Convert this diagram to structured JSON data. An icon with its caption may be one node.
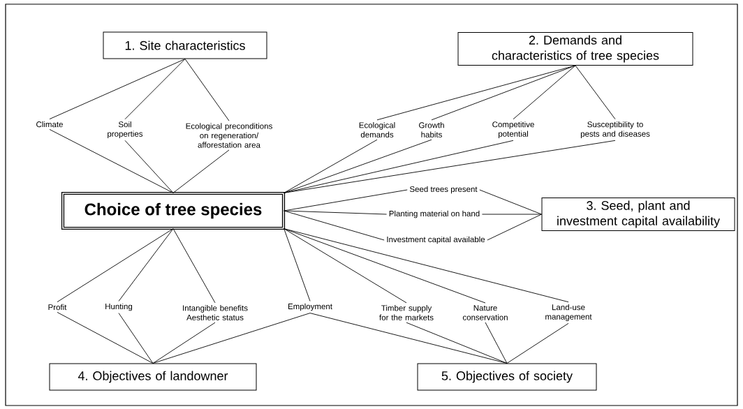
{
  "diagram": {
    "nodes": [
      {
        "text": [
          "1. Site characteristics"
        ]
      },
      {
        "text": [
          "2. Demands and characteristics of tree species"
        ]
      },
      {
        "text": [
          "Choice of tree species"
        ]
      },
      {
        "text": [
          "3. Seed, plant and investment capital availability"
        ]
      },
      {
        "text": [
          "4. Objectives of landowner"
        ]
      },
      {
        "text": [
          "5. Objectives of society"
        ]
      },
      {
        "text": [
          "Climate"
        ]
      },
      {
        "text": [
          "Soil properties"
        ]
      },
      {
        "text": [
          "Ecological preconditions on regeneration/ afforestation area"
        ]
      },
      {
        "text": [
          "Ecological demands"
        ]
      },
      {
        "text": [
          "Growth habits"
        ]
      },
      {
        "text": [
          "Competitive potential"
        ]
      },
      {
        "text": [
          "Susceptibility to pests and diseases"
        ]
      },
      {
        "text": [
          "Seed trees present"
        ]
      },
      {
        "text": [
          "Planting material on hand"
        ]
      },
      {
        "text": [
          "Investment capital available"
        ]
      },
      {
        "text": [
          "Profit"
        ]
      },
      {
        "text": [
          "Hunting"
        ]
      },
      {
        "text": [
          "Intangible benefits Aesthetic status"
        ]
      },
      {
        "text": [
          "Employment"
        ]
      },
      {
        "text": [
          "Timber supply for the markets"
        ]
      },
      {
        "text": [
          "Nature conservation"
        ]
      },
      {
        "text": [
          "Land-use management"
        ]
      }
    ],
    "edges": [
      {
        "from": 0,
        "to": 6,
        "arrow": "none"
      },
      {
        "from": 0,
        "to": 7,
        "arrow": "none"
      },
      {
        "from": 0,
        "to": 8,
        "arrow": "none"
      },
      {
        "from": 6,
        "to": 2,
        "arrow": "none"
      },
      {
        "from": 7,
        "to": 2,
        "arrow": "none"
      },
      {
        "from": 8,
        "to": 2,
        "arrow": "none"
      },
      {
        "from": 1,
        "to": 9,
        "arrow": "none"
      },
      {
        "from": 1,
        "to": 10,
        "arrow": "none"
      },
      {
        "from": 1,
        "to": 11,
        "arrow": "none"
      },
      {
        "from": 1,
        "to": 12,
        "arrow": "none"
      },
      {
        "from": 9,
        "to": 2,
        "arrow": "none"
      },
      {
        "from": 10,
        "to": 2,
        "arrow": "none"
      },
      {
        "from": 11,
        "to": 2,
        "arrow": "none"
      },
      {
        "from": 12,
        "to": 2,
        "arrow": "none"
      },
      {
        "from": 2,
        "to": 13,
        "arrow": "none"
      },
      {
        "from": 2,
        "to": 14,
        "arrow": "none"
      },
      {
        "from": 2,
        "to": 15,
        "arrow": "none"
      },
      {
        "from": 13,
        "to": 3,
        "arrow": "none"
      },
      {
        "from": 14,
        "to": 3,
        "arrow": "none"
      },
      {
        "from": 15,
        "to": 3,
        "arrow": "none"
      },
      {
        "from": 2,
        "to": 16,
        "arrow": "none"
      },
      {
        "from": 2,
        "to": 17,
        "arrow": "none"
      },
      {
        "from": 2,
        "to": 18,
        "arrow": "none"
      },
      {
        "from": 2,
        "to": 19,
        "arrow": "none"
      },
      {
        "from": 2,
        "to": 20,
        "arrow": "none"
      },
      {
        "from": 2,
        "to": 21,
        "arrow": "none"
      },
      {
        "from": 2,
        "to": 22,
        "arrow": "none"
      },
      {
        "from": 16,
        "to": 4,
        "arrow": "none"
      },
      {
        "from": 17,
        "to": 4,
        "arrow": "none"
      },
      {
        "from": 18,
        "to": 4,
        "arrow": "none"
      },
      {
        "from": 19,
        "to": 4,
        "arrow": "none"
      },
      {
        "from": 19,
        "to": 5,
        "arrow": "none"
      },
      {
        "from": 20,
        "to": 5,
        "arrow": "none"
      },
      {
        "from": 21,
        "to": 5,
        "arrow": "none"
      },
      {
        "from": 22,
        "to": 5,
        "arrow": "none"
      }
    ]
  }
}
